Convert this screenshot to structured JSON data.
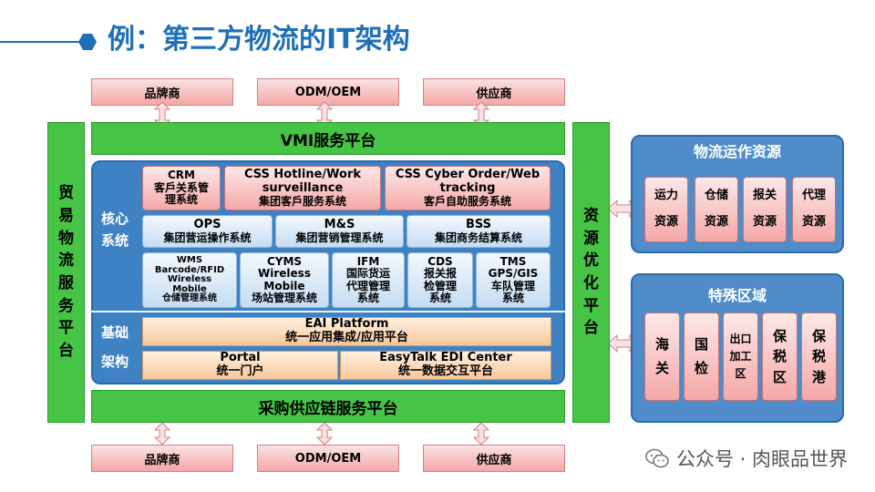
{
  "title": "例：第三方物流的IT架构",
  "partners_top": [
    "品牌商",
    "ODM/OEM",
    "供应商"
  ],
  "partners_bottom": [
    "品牌商",
    "ODM/OEM",
    "供应商"
  ],
  "vmi": "VMI服务平台",
  "procurement": "采购供应链服务平台",
  "left_vertical": [
    "贸",
    "易",
    "物",
    "流",
    "服",
    "务",
    "平",
    "台"
  ],
  "right_vertical": [
    "资",
    "源",
    "优",
    "化",
    "平",
    "台"
  ],
  "core_label": [
    "核心",
    "系统"
  ],
  "infra_label": [
    "基础",
    "架构"
  ],
  "core_row1": [
    {
      "lines": [
        "CRM",
        "客戶关系管",
        "理系统"
      ]
    },
    {
      "lines": [
        "CSS Hotline/Work",
        "surveillance",
        "集团客戶服务系统"
      ]
    },
    {
      "lines": [
        "CSS Cyber Order/Web",
        "tracking",
        "客戶自助服务系统"
      ]
    }
  ],
  "core_row2": [
    {
      "lines": [
        "OPS",
        "集团营运操作系统"
      ]
    },
    {
      "lines": [
        "M&S",
        "集团营销管理系统"
      ]
    },
    {
      "lines": [
        "BSS",
        "集团商务结算系统"
      ]
    }
  ],
  "core_row3": [
    {
      "lines": [
        "WMS",
        "Barcode/RFID",
        "Wireless",
        "Mobile",
        "仓储管理系统"
      ]
    },
    {
      "lines": [
        "CYMS",
        "Wireless",
        "Mobile",
        "场站管理系统"
      ]
    },
    {
      "lines": [
        "IFM",
        "国际货运",
        "代理管理",
        "系统"
      ]
    },
    {
      "lines": [
        "CDS",
        "报关报",
        "检管理",
        "系统"
      ]
    },
    {
      "lines": [
        "TMS",
        "GPS/GIS",
        "车队管理",
        "系统"
      ]
    }
  ],
  "infra_row1": {
    "lines": [
      "EAI Platform",
      "统一应用集成/应用平台"
    ]
  },
  "infra_row2": [
    {
      "lines": [
        "Portal",
        "统一门户"
      ]
    },
    {
      "lines": [
        "EasyTalk EDI Center",
        "统一数据交互平台"
      ]
    }
  ],
  "logistics_resources": {
    "title": "物流运作资源",
    "items": [
      {
        "lines": [
          "运力",
          "资源"
        ]
      },
      {
        "lines": [
          "仓储",
          "资源"
        ]
      },
      {
        "lines": [
          "报关",
          "资源"
        ]
      },
      {
        "lines": [
          "代理",
          "资源"
        ]
      }
    ]
  },
  "special_zones": {
    "title": "特殊区域",
    "items": [
      {
        "lines": [
          "海",
          "关"
        ]
      },
      {
        "lines": [
          "国",
          "检"
        ]
      },
      {
        "lines": [
          "出口",
          "加工",
          "区"
        ]
      },
      {
        "lines": [
          "保",
          "税",
          "区"
        ]
      },
      {
        "lines": [
          "保",
          "税",
          "港"
        ]
      }
    ]
  },
  "watermark": "公众号 · 肉眼品世界",
  "colors": {
    "accent": "#1f6fb8",
    "green": "#45c445",
    "panel": "#3f82c4"
  }
}
